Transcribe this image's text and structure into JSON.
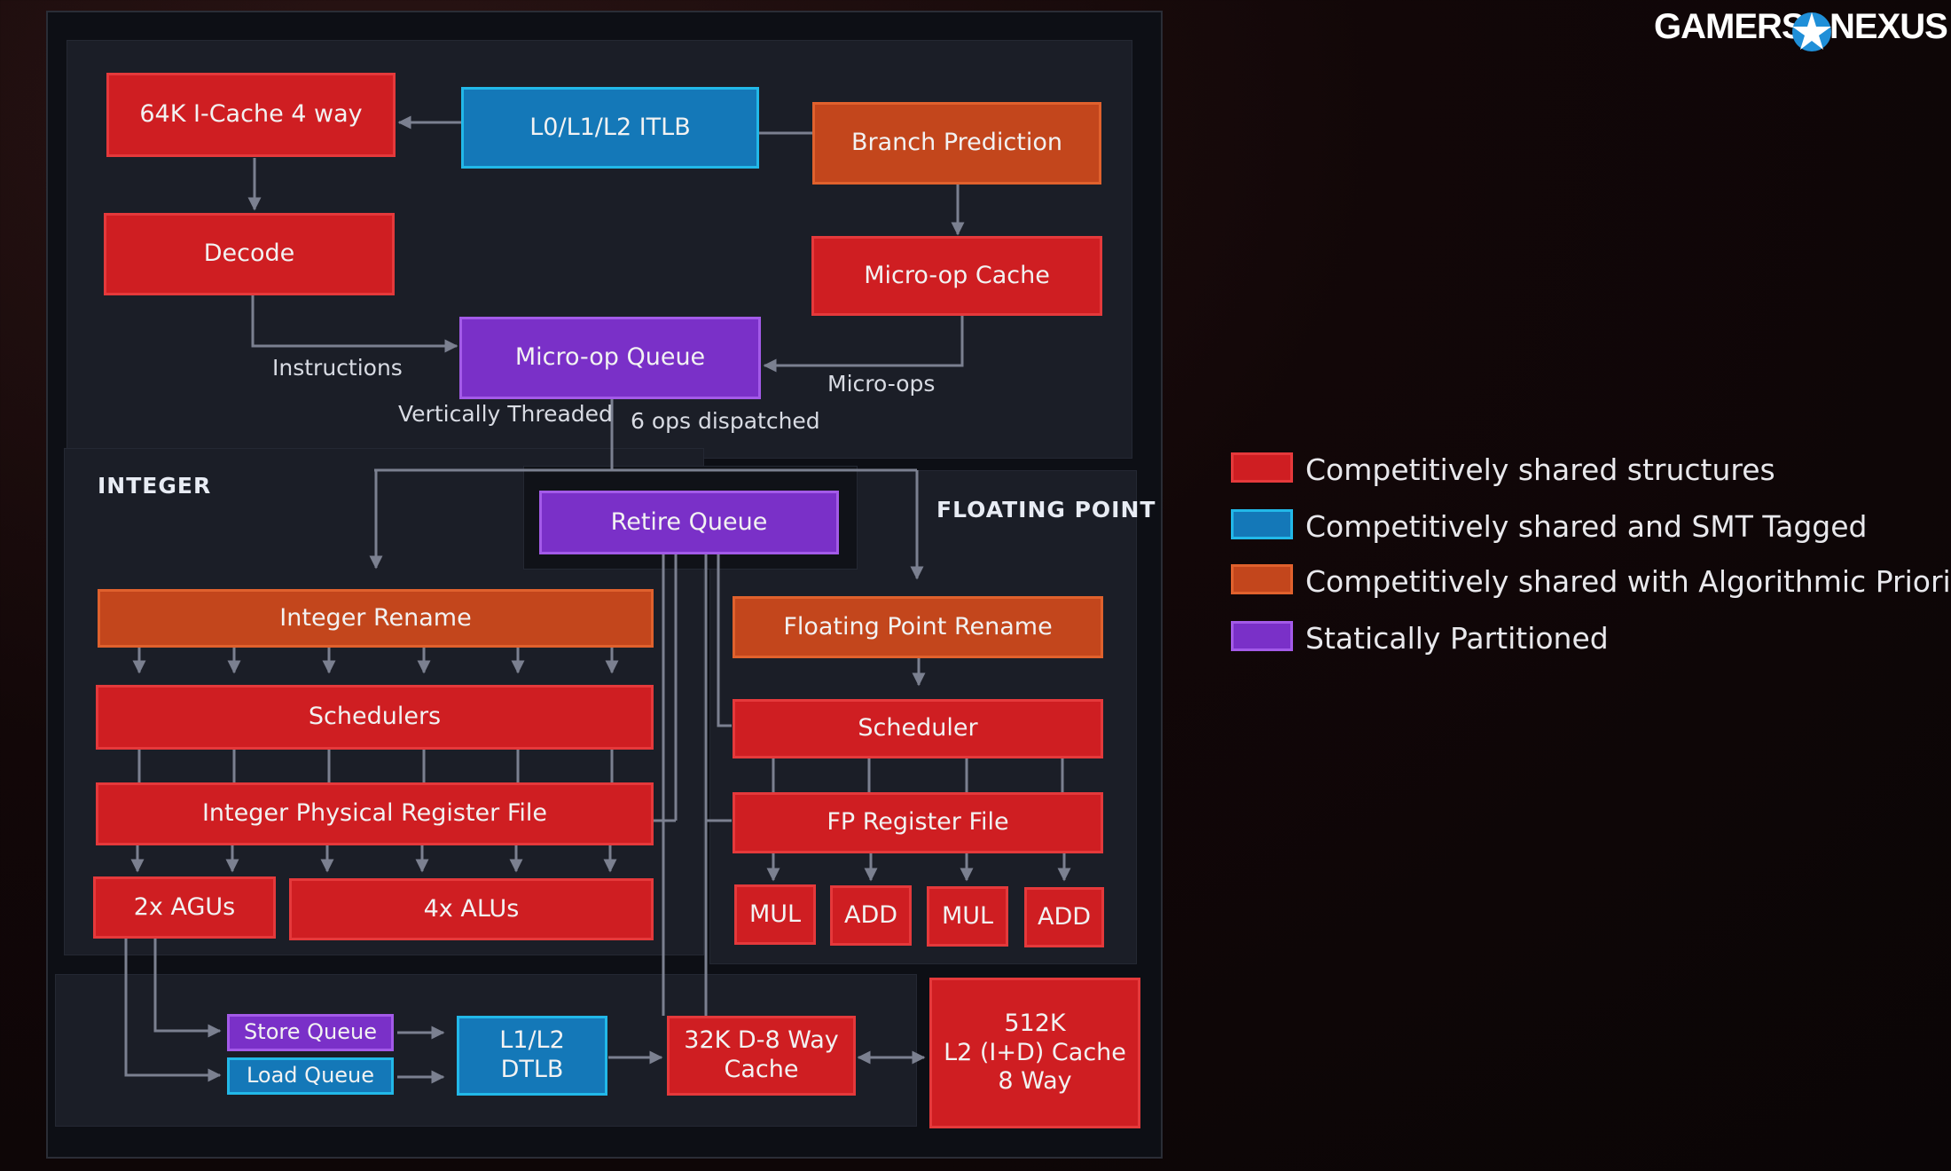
{
  "brand": {
    "left": "GAMERS",
    "right": "NEXUS"
  },
  "colors": {
    "competitively_shared": "#cf1e22",
    "smt_tagged": "#1478b8",
    "algorithmic_priority": "#c3461c",
    "statically_partitioned": "#7a30c8"
  },
  "sections": {
    "integer": "INTEGER",
    "floating_point": "FLOATING POINT"
  },
  "front_end": {
    "icache": "64K I-Cache 4 way",
    "itlb": "L0/L1/L2 ITLB",
    "branch_prediction": "Branch Prediction",
    "decode": "Decode",
    "micro_op_cache": "Micro-op Cache",
    "micro_op_queue": "Micro-op Queue",
    "label_instructions": "Instructions",
    "label_micro_ops": "Micro-ops",
    "label_vertically_threaded": "Vertically Threaded",
    "label_ops_dispatched": "6 ops dispatched"
  },
  "retire_queue": "Retire Queue",
  "integer": {
    "rename": "Integer Rename",
    "schedulers": "Schedulers",
    "register_file": "Integer Physical Register File",
    "agus": "2x AGUs",
    "alus": "4x ALUs"
  },
  "floating_point": {
    "rename": "Floating Point Rename",
    "scheduler": "Scheduler",
    "register_file": "FP Register File",
    "units": [
      "MUL",
      "ADD",
      "MUL",
      "ADD"
    ]
  },
  "memory": {
    "store_queue": "Store Queue",
    "load_queue": "Load Queue",
    "dtlb": "L1/L2\nDTLB",
    "d_cache": "32K D-8 Way\nCache",
    "l2_cache": "512K\nL2 (I+D) Cache\n8 Way"
  },
  "legend": [
    {
      "label": "Competitively shared structures",
      "color": "#cf1e22",
      "border": "#e5393b"
    },
    {
      "label": "Competitively shared and SMT Tagged",
      "color": "#1478b8",
      "border": "#22b8e8"
    },
    {
      "label": "Competitively shared with Algorithmic Priority",
      "color": "#c3461c",
      "border": "#e0612d"
    },
    {
      "label": "Statically Partitioned",
      "color": "#7a30c8",
      "border": "#a35ae8"
    }
  ]
}
